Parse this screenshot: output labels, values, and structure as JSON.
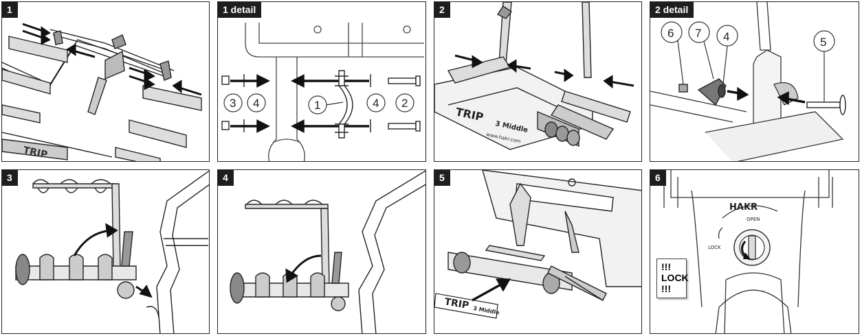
{
  "panels": [
    {
      "label": "1"
    },
    {
      "label": "1 detail"
    },
    {
      "label": "2"
    },
    {
      "label": "2 detail"
    },
    {
      "label": "3"
    },
    {
      "label": "4"
    },
    {
      "label": "5"
    },
    {
      "label": "6"
    }
  ],
  "detail1_callouts": [
    "3",
    "4",
    "1",
    "4",
    "2"
  ],
  "detail2_callouts": [
    "6",
    "7",
    "4",
    "5"
  ],
  "brand": "TRIP",
  "model": "3 Middle",
  "web": "www.hakr.com",
  "lock_brand": "HAKR",
  "lock_open": "OPEN",
  "lock_lock": "LOCK",
  "lock_notice": [
    "!!!",
    "LOCK",
    "!!!"
  ],
  "colors": {
    "frame": "#222222",
    "tag_bg": "#1e1e1e",
    "arrow": "#111111"
  }
}
